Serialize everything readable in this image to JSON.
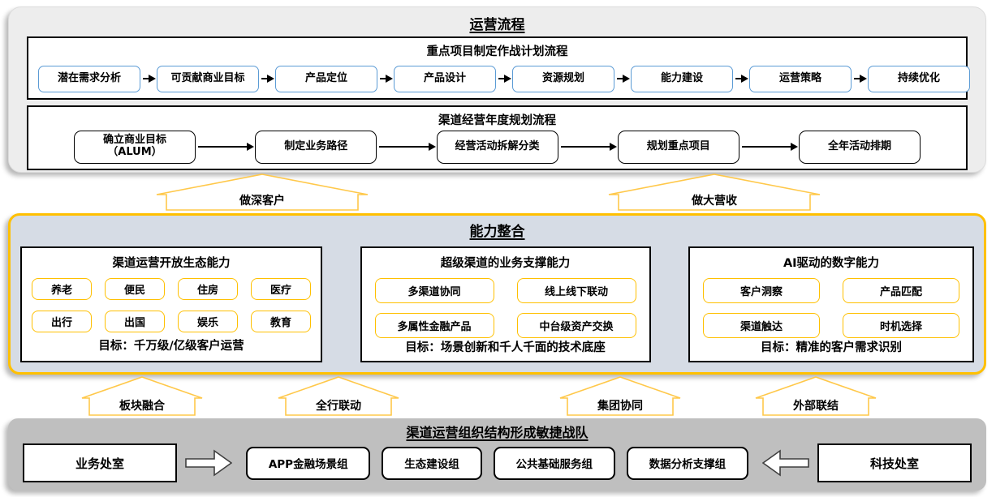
{
  "ops": {
    "title": "运营流程",
    "flow1": {
      "title": "重点项目制定作战计划流程",
      "steps": [
        "潜在需求分析",
        "可贡献商业目标",
        "产品定位",
        "产品设计",
        "资源规划",
        "能力建设",
        "运营策略",
        "持续优化"
      ]
    },
    "flow2": {
      "title": "渠道经营年度规划流程",
      "steps": [
        "确立商业目标\n（ALUM）",
        "制定业务路径",
        "经营活动拆解分类",
        "规划重点项目",
        "全年活动排期"
      ]
    }
  },
  "connectors_top": [
    "做深客户",
    "做大营收"
  ],
  "capability": {
    "title": "能力整合",
    "cards": [
      {
        "title": "渠道运营开放生态能力",
        "items": [
          "养老",
          "便民",
          "住房",
          "医疗",
          "出行",
          "出国",
          "娱乐",
          "教育"
        ],
        "goal": "目标：千万级/亿级客户运营"
      },
      {
        "title": "超级渠道的业务支撑能力",
        "items": [
          "多渠道协同",
          "线上线下联动",
          "多属性金融产品",
          "中台级资产交换"
        ],
        "goal": "目标：场景创新和千人千面的技术底座"
      },
      {
        "title": "AI驱动的数字能力",
        "items": [
          "客户洞察",
          "产品匹配",
          "渠道触达",
          "时机选择"
        ],
        "goal": "目标：精准的客户需求识别"
      }
    ]
  },
  "connectors_bottom": [
    "板块融合",
    "全行联动",
    "集团协同",
    "外部联结"
  ],
  "org": {
    "title": "渠道运营组织结构形成敏捷战队",
    "left_dept": "业务处室",
    "right_dept": "科技处室",
    "groups": [
      "APP金融场景组",
      "生态建设组",
      "公共基础服务组",
      "数据分析支撑组"
    ]
  },
  "colors": {
    "accent_gold": "#FFC000",
    "flow_blue": "#5B9BD5",
    "capability_bg": "#D6DCE5",
    "org_bg": "#BFBFBF",
    "ops_bg": "#EDEDED"
  }
}
